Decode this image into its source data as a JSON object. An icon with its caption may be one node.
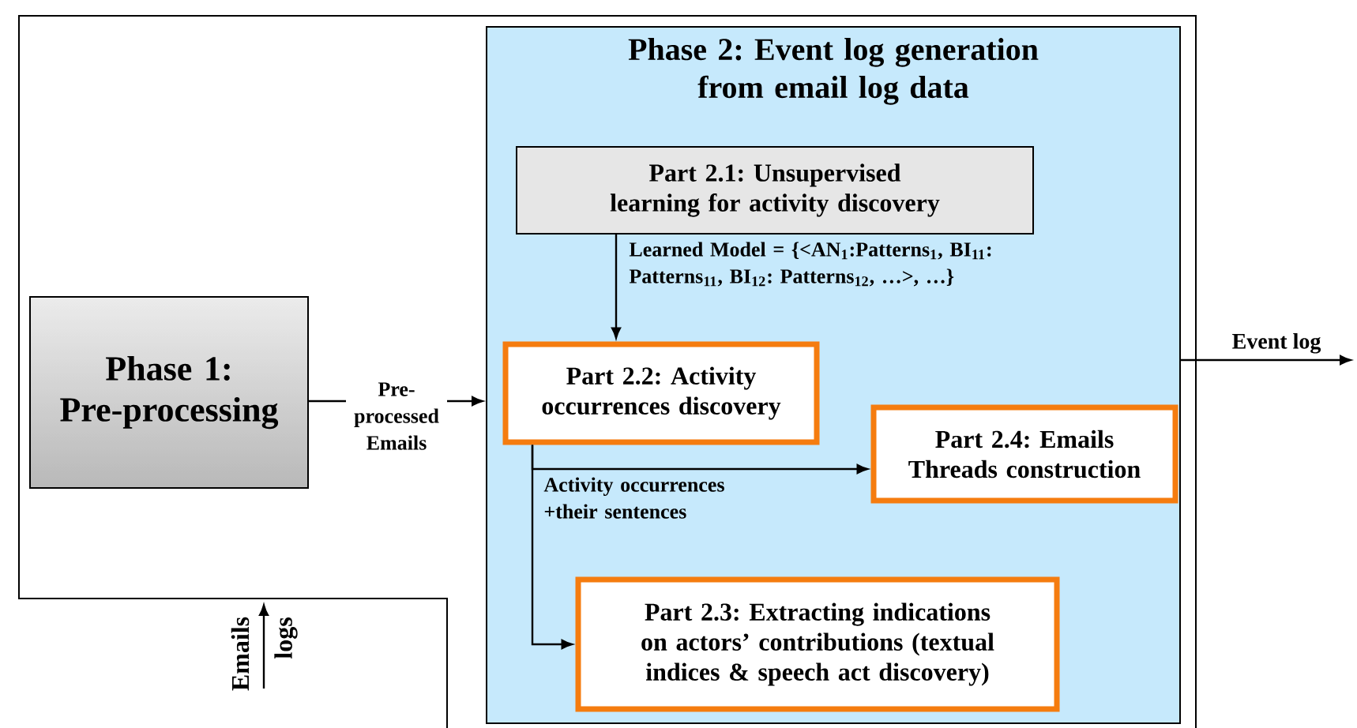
{
  "diagram": {
    "nodes": [
      {
        "text": [
          "Phase 1: Pre-processing"
        ]
      },
      {
        "text": [
          "Phase 2: Event log generation from email log data"
        ]
      },
      {
        "text": [
          "Part 2.1: Unsupervised learning for activity discovery"
        ],
        "in": 1
      },
      {
        "text": [
          "Part 2.2: Activity occurrences discovery"
        ],
        "in": 1
      },
      {
        "text": [
          "Part 2.4: Emails Threads construction"
        ],
        "in": 1
      },
      {
        "text": [
          "Part 2.3: Extracting indications on actors’ contributions (textual indices & speech act discovery)"
        ],
        "in": 1
      }
    ],
    "edges": [
      {
        "from": 0,
        "to": 1,
        "arrow": "to",
        "label": "Pre-processed Emails"
      },
      {
        "from": 2,
        "to": 3,
        "arrow": "to",
        "label": "Learned Model = {<AN$_{1}$:Patterns$_{1}$, BI$_{11}$: Patterns$_{11}$, BI$_{12}$: Patterns$_{12}$, …>, …}"
      },
      {
        "from": 3,
        "to": 4,
        "arrow": "to",
        "label": "Activity occurrences +their sentences"
      },
      {
        "from": 3,
        "to": 5,
        "arrow": "to"
      },
      {
        "from": 1,
        "to": null,
        "arrow": "to",
        "label": "Event log"
      }
    ],
    "labels": [
      "Emails",
      "logs"
    ]
  }
}
